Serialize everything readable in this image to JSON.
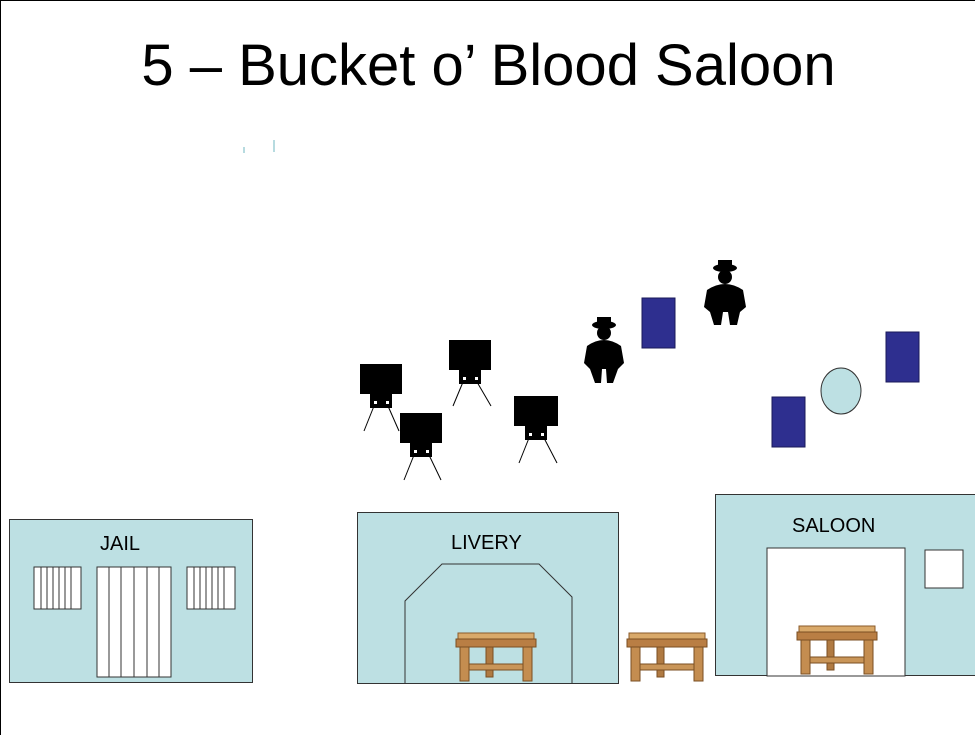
{
  "slide": {
    "title": "5 – Bucket o’ Blood Saloon"
  },
  "buildings": {
    "jail": {
      "label": "JAIL"
    },
    "livery": {
      "label": "LIVERY"
    },
    "saloon": {
      "label": "SALOON"
    }
  },
  "colors": {
    "building_fill": "#bde0e3",
    "blue_block": "#2e2f8f",
    "silhouette": "#000000",
    "table_wood": "#c8945a"
  },
  "icons": {
    "cowboy": "cowboy-silhouette-icon",
    "horse": "horse-box-icon",
    "table": "wooden-table-icon"
  }
}
